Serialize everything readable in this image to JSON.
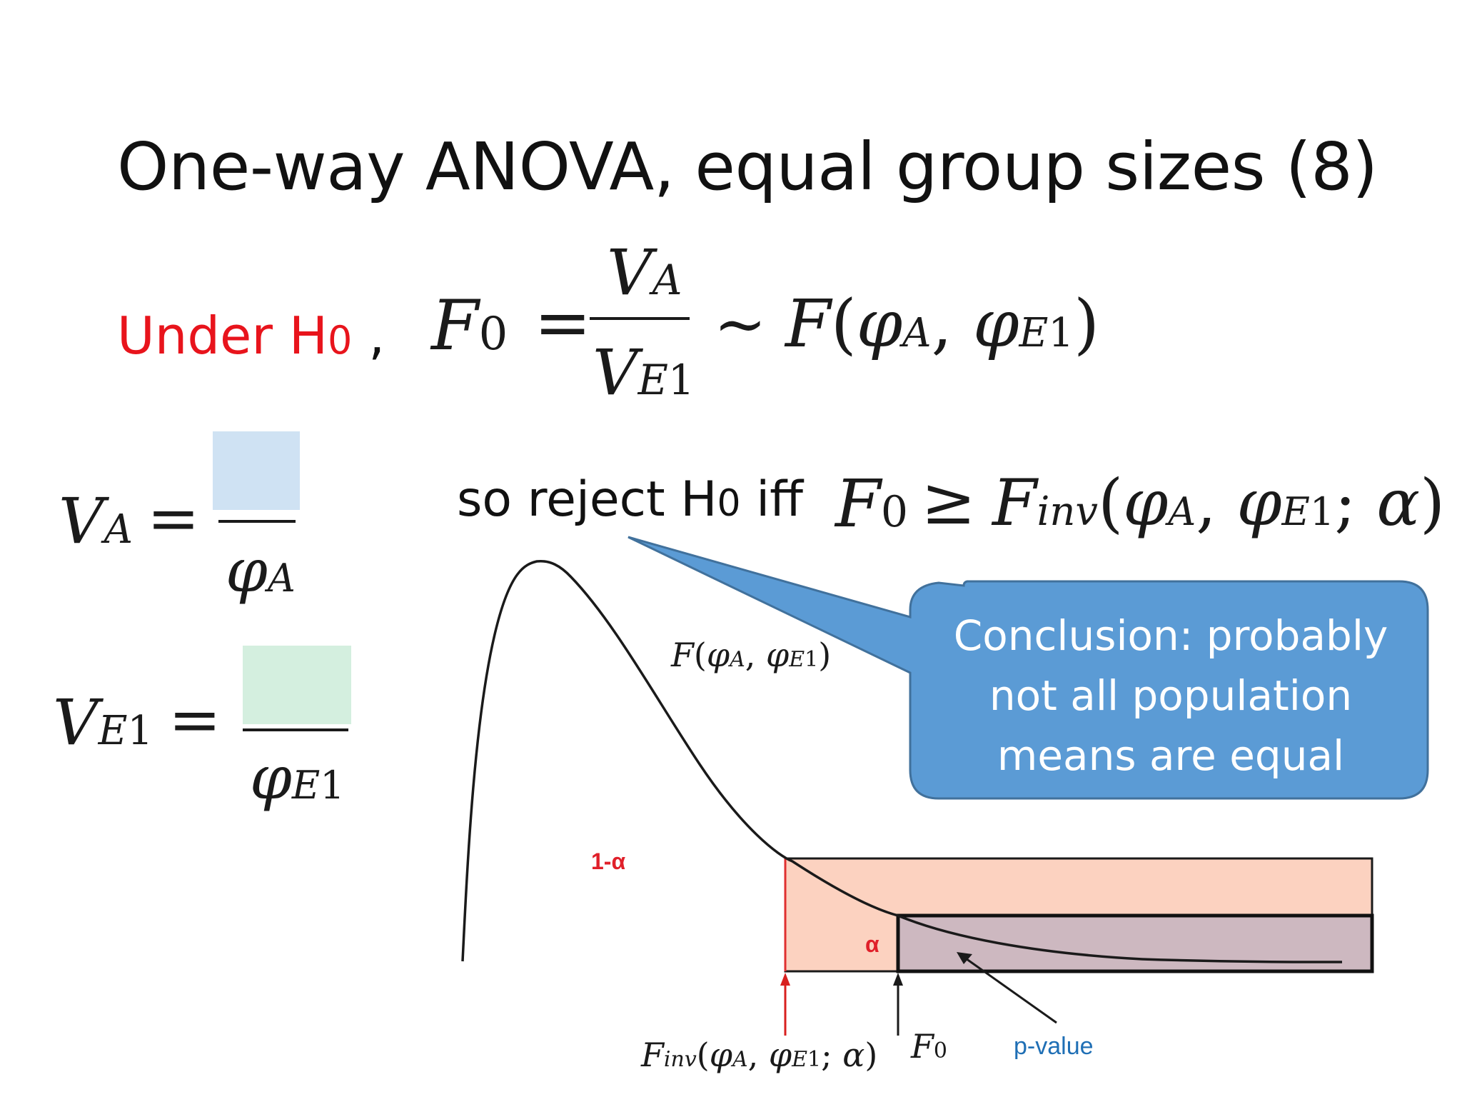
{
  "slide": {
    "title": "One-way ANOVA, equal group sizes (8)",
    "under_h0": {
      "lead": "Under H",
      "sub": "0",
      "comma": ","
    },
    "reject": {
      "lead": "so reject H",
      "sub": "0",
      "tail": "iff"
    },
    "callout": {
      "lines": [
        "Conclusion: probably",
        "not all population",
        "means are equal"
      ]
    },
    "chart_labels": {
      "one_minus_alpha": "1-α",
      "alpha": "α",
      "p_value": "p-value"
    },
    "colors": {
      "title_text": "#111111",
      "red_text": "#e8141c",
      "callout_fill": "#5b9bd5",
      "callout_border": "#41719c",
      "region_fill": "#fcd2c0",
      "pvalue_fill": "#cdb8c0",
      "blue_text": "#1f6fb5",
      "sa_highlight": "#cfe2f3",
      "se_highlight": "#d4efdf"
    }
  }
}
